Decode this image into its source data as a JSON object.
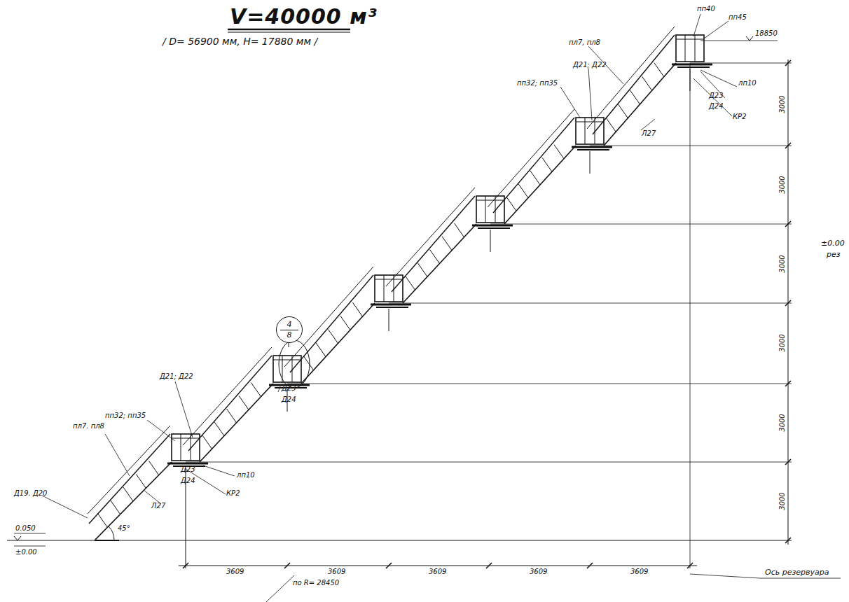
{
  "diagram": {
    "title": "V=40000 м³",
    "nodes": [
      {
        "text": [
          "4",
          "8"
        ]
      }
    ],
    "edges": [],
    "labels": [
      "/ D= 56900 мм, H= 17880 мм /",
      "пп40",
      "пп45",
      "18850",
      "пл7, пл8",
      "Д21; Д22",
      "пп32; пп35",
      "лп10",
      "Д23",
      "Д24",
      "Л27",
      "КР2",
      "3000",
      "3000",
      "3000",
      "3000",
      "3000",
      "3000",
      "±0.00",
      "рез",
      "Д19. Д20",
      "0.050",
      "±0.00",
      "45°",
      "пл7. пл8",
      "пп32; пп35",
      "Д21; Д22",
      "Д23",
      "Д24",
      "лп10",
      "КР2",
      "Л27",
      "Д23",
      "Д24",
      "3609",
      "3609",
      "3609",
      "3609",
      "3609",
      "по R= 28450",
      "Ось резервуара"
    ]
  }
}
